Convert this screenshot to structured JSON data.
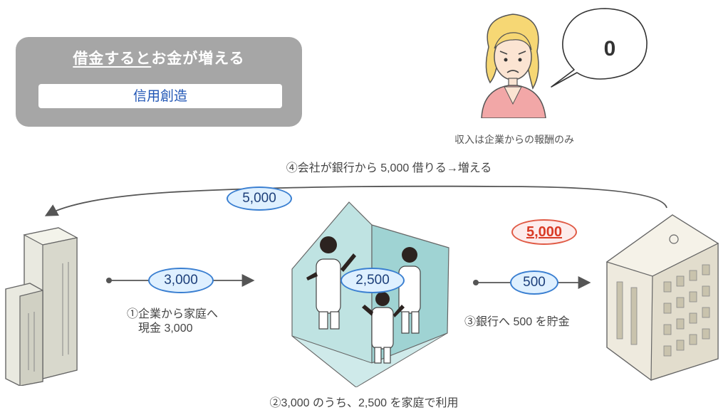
{
  "title_card": {
    "title_underlined": "借金すると",
    "title_rest": "お金が増える",
    "subtitle": "信用創造"
  },
  "speech_bubble": {
    "value": "0"
  },
  "person_caption": "収入は企業からの報酬のみ",
  "steps": {
    "step4": "④会社が銀行から 5,000 借りる→増える",
    "step1_line1": "①企業から家庭へ",
    "step1_line2": "現金 3,000",
    "step3": "③銀行へ 500 を貯金",
    "step2": "②3,000 のうち、2,500 を家庭で利用"
  },
  "amounts": {
    "loan": "5,000",
    "company_to_home": "3,000",
    "home_spend": "2,500",
    "deposit": "500",
    "bank_total": "5,000"
  },
  "colors": {
    "pill_fill": "#dff0ff",
    "pill_border": "#3a7fd1",
    "bank_total_fill": "#fdecec",
    "bank_total_border": "#e05a45",
    "bank_total_text": "#d93a25",
    "title_card": "#a6a6a6",
    "subtitle_text": "#1f55b5"
  },
  "icons": [
    "office-buildings-icon",
    "family-room-icon",
    "bank-building-icon",
    "worried-woman-icon",
    "speech-bubble-icon"
  ]
}
